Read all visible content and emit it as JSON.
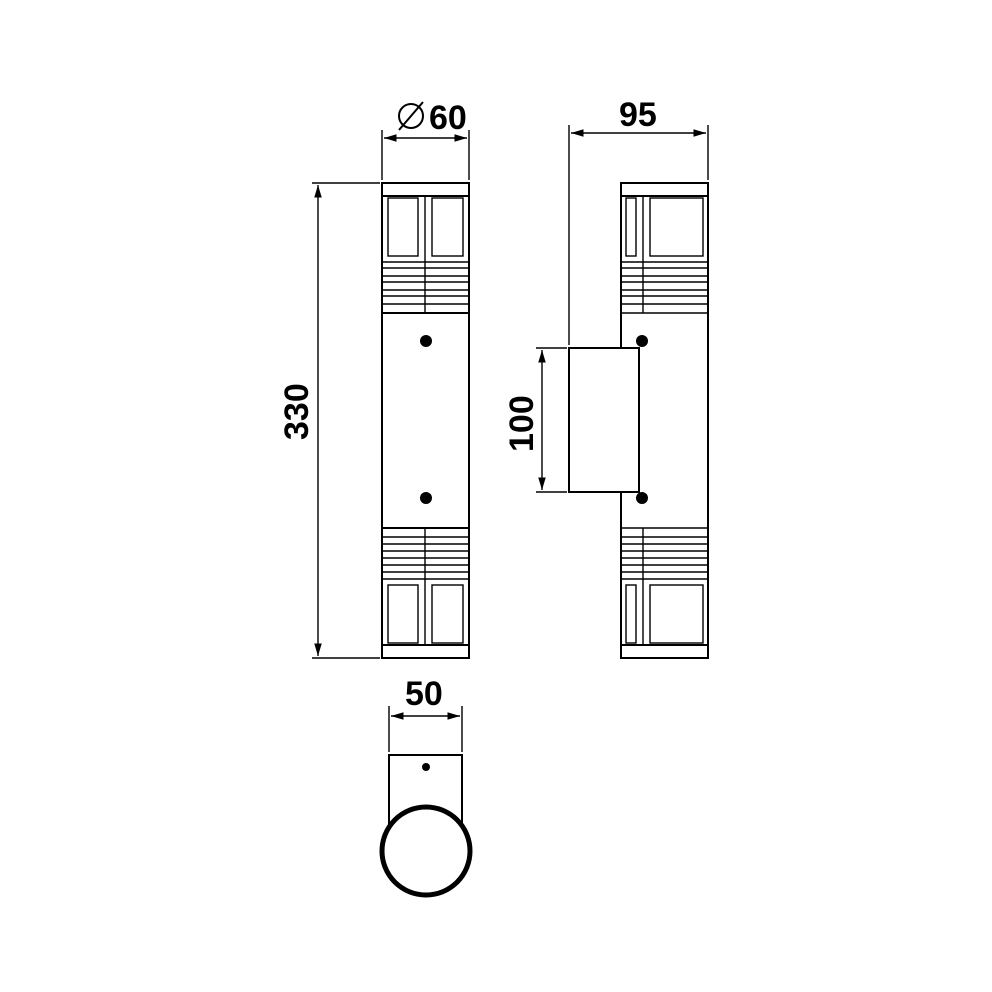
{
  "drawing": {
    "front_view": {
      "width_label": "60",
      "diameter_symbol": "ø",
      "height_label": "330"
    },
    "side_view": {
      "depth_label": "95",
      "bracket_height_label": "100"
    },
    "top_view": {
      "width_label": "50"
    }
  }
}
